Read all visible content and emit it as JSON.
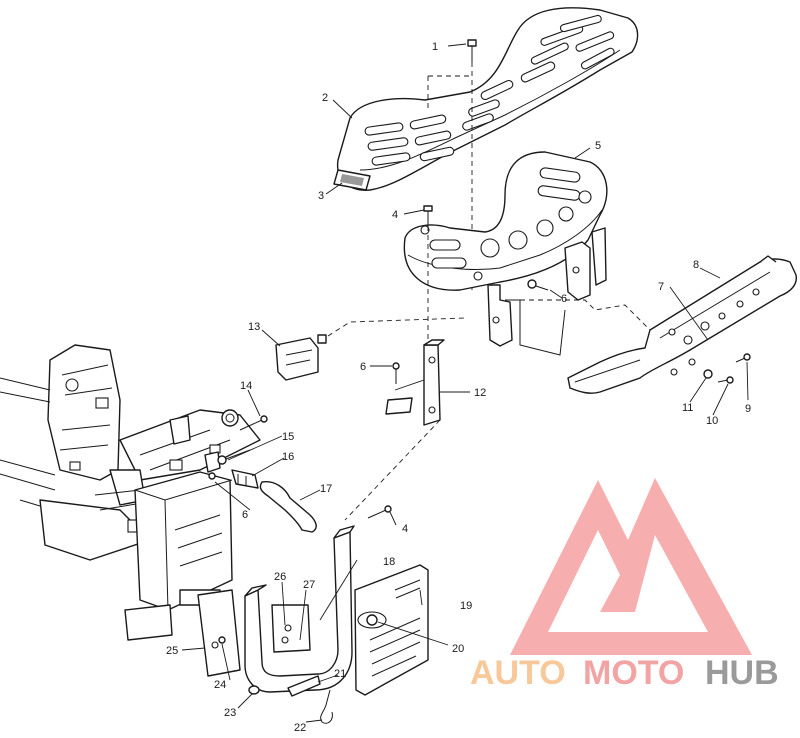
{
  "callouts": {
    "c1": "1",
    "c2": "2",
    "c3": "3",
    "c4a": "4",
    "c4b": "4",
    "c5": "5",
    "c6a": "6",
    "c6b": "6",
    "c6c": "6",
    "c7": "7",
    "c8": "8",
    "c9": "9",
    "c10": "10",
    "c11": "11",
    "c12": "12",
    "c13": "13",
    "c14": "14",
    "c15": "15",
    "c16": "16",
    "c17": "17",
    "c18": "18",
    "c19": "19",
    "c20": "20",
    "c21": "21",
    "c22": "22",
    "c23": "23",
    "c24": "24",
    "c25": "25",
    "c26": "26",
    "c27": "27"
  },
  "watermark": {
    "word_auto": "AUTO",
    "word_moto": "MOTO",
    "word_hub": "HUB",
    "color_auto": "#f7c89a",
    "color_moto": "#f2a4a4",
    "color_hub": "#9a9a9a",
    "color_logo": "#f06b6b"
  }
}
